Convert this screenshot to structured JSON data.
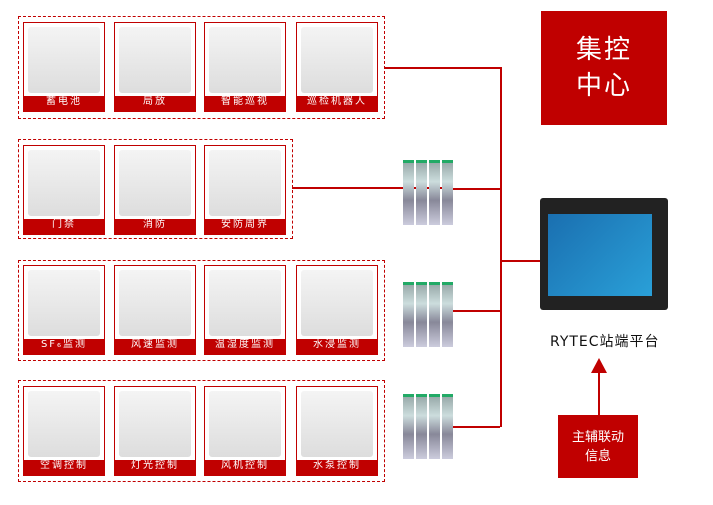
{
  "groups": [
    {
      "items": [
        "蓄电池",
        "局放",
        "智能巡视",
        "巡检机器人"
      ]
    },
    {
      "items": [
        "门禁",
        "消防",
        "安防周界"
      ]
    },
    {
      "items": [
        "SF₆监测",
        "风速监测",
        "温湿度监测",
        "水浸监测"
      ]
    },
    {
      "items": [
        "空调控制",
        "灯光控制",
        "风机控制",
        "水泵控制"
      ]
    }
  ],
  "center_label": "集控中心",
  "platform_label": "RYTEC站端平台",
  "info_label": "主辅联动信息",
  "colors": {
    "accent": "#c00000"
  }
}
